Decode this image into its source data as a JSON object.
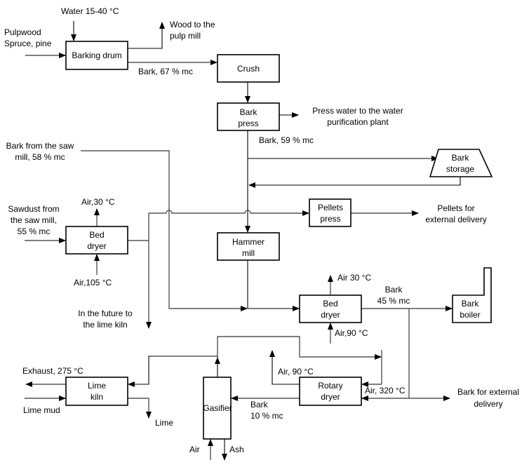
{
  "diagram": {
    "title": "Bark processing flow diagram",
    "units": {
      "barking_drum": "Barking drum",
      "crush": "Crush",
      "bark_press": [
        "Bark",
        "press"
      ],
      "bark_storage": [
        "Bark",
        "storage"
      ],
      "pellets_press": [
        "Pellets",
        "press"
      ],
      "hammer_mill": [
        "Hammer",
        "mill"
      ],
      "bed_dryer_left": [
        "Bed",
        "dryer"
      ],
      "bed_dryer_right": [
        "Bed",
        "dryer"
      ],
      "bark_boiler": [
        "Bark",
        "boiler"
      ],
      "lime_kiln": [
        "Lime",
        "kiln"
      ],
      "gasifier": "Gasifier",
      "rotary_dryer": [
        "Rotary",
        "dryer"
      ]
    },
    "labels": {
      "water": "Water 15-40 °C",
      "pulpwood": [
        "Pulpwood",
        "Spruce, pine"
      ],
      "wood_to_pulp": [
        "Wood to the",
        "pulp mill"
      ],
      "bark_67": "Bark, 67 % mc",
      "press_water": [
        "Press water to the water",
        "purification plant"
      ],
      "bark_59": "Bark, 59 % mc",
      "bark_sawmill": [
        "Bark from the saw",
        "mill, 58 % mc"
      ],
      "sawdust": [
        "Sawdust from",
        "the saw mill,",
        "55 % mc"
      ],
      "air_30_left": "Air,30 °C",
      "air_105": "Air,105 °C",
      "pellets_delivery": [
        "Pellets for",
        "external delivery"
      ],
      "future_lime": [
        "In the future to",
        "the lime kiln"
      ],
      "air_30_right": "Air 30 °C",
      "bark_45": [
        "Bark",
        "45 % mc"
      ],
      "air_90_bed": "Air,90 °C",
      "air_90_rotary": "Air, 90 °C",
      "air_320": "Air, 320 °C",
      "bark_external": [
        "Bark for external",
        "delivery"
      ],
      "exhaust": "Exhaust, 275 °C",
      "lime_mud": "Lime mud",
      "lime": "Lime",
      "bark_10": [
        "Bark",
        "10 % mc"
      ],
      "air": "Air",
      "ash": "Ash"
    }
  }
}
